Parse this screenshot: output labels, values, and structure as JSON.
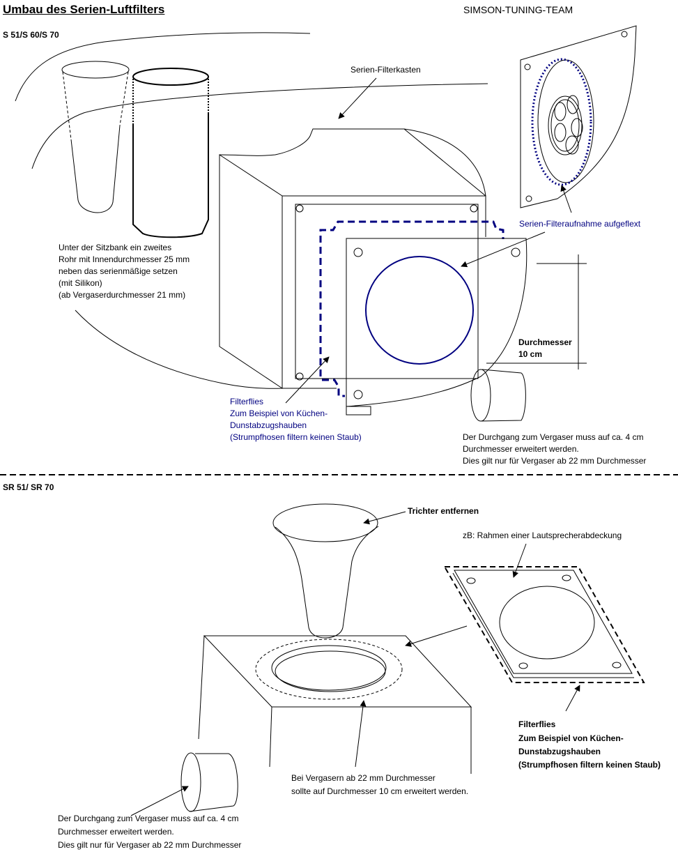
{
  "header": {
    "title": "Umbau des Serien-Luftfilters",
    "team": "SIMSON-TUNING-TEAM"
  },
  "section1": {
    "heading": "S 51/S 60/S 70",
    "label_filterkasten": "Serien-Filterkasten",
    "label_filteraufnahme": "Serien-Filteraufnahme aufgeflext",
    "note_rohr": [
      "Unter der Sitzbank ein zweites",
      "Rohr mit Innendurchmesser 25 mm",
      "neben das serienmäßige setzen",
      "(mit Silikon)",
      "(ab Vergaserdurchmesser 21 mm)"
    ],
    "filterflies": [
      "Filterflies",
      "Zum Beispiel von Küchen-",
      "Dunstabzugshauben",
      "(Strumpfhosen filtern keinen Staub)"
    ],
    "diameter_label": [
      "Durchmesser",
      "10 cm"
    ],
    "note_durchgang": [
      "Der Durchgang zum Vergaser muss auf ca. 4 cm",
      "Durchmesser erweitert werden.",
      "Dies gilt nur für Vergaser ab 22 mm Durchmesser"
    ]
  },
  "section2": {
    "heading": "SR 51/ SR 70",
    "label_trichter": "Trichter entfernen",
    "label_rahmen": "zB: Rahmen einer Lautsprecherabdeckung",
    "filterflies": [
      "Filterflies",
      "Zum Beispiel von Küchen-",
      "Dunstabzugshauben",
      "(Strumpfhosen filtern keinen Staub)"
    ],
    "note_vergaser": [
      "Bei Vergasern ab 22 mm Durchmesser",
      "sollte auf Durchmesser 10 cm erweitert werden."
    ],
    "note_durchgang": [
      "Der Durchgang zum Vergaser muss auf ca. 4 cm",
      "Durchmesser erweitert werden.",
      "Dies gilt nur für Vergaser ab 22 mm Durchmesser"
    ]
  },
  "colors": {
    "line": "#000000",
    "accent": "#000080"
  }
}
